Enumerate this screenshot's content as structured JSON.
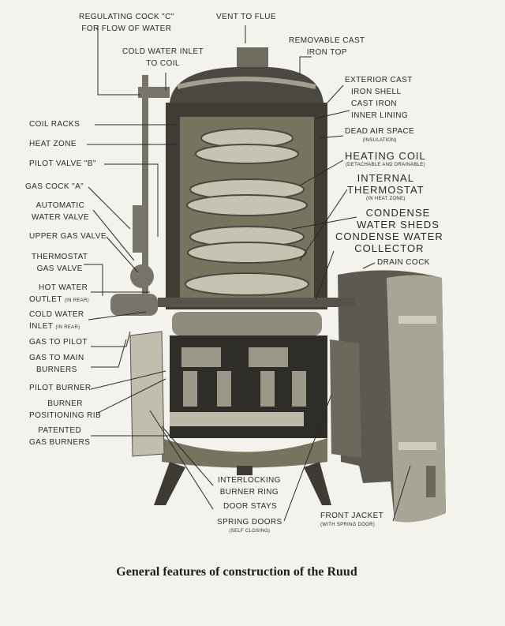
{
  "labels": {
    "regulating_cock": [
      "REGULATING COCK \"C\"",
      "FOR FLOW OF WATER"
    ],
    "vent_to_flue": "VENT TO FLUE",
    "cold_water_inlet_coil": [
      "COLD WATER INLET",
      "TO COIL"
    ],
    "removable_top": [
      "REMOVABLE CAST",
      "IRON TOP"
    ],
    "exterior_shell": [
      "EXTERIOR CAST",
      "IRON SHELL"
    ],
    "inner_lining": [
      "CAST IRON",
      "INNER LINING"
    ],
    "dead_air_space": [
      "DEAD AIR SPACE",
      "(INSULATION)"
    ],
    "heating_coil": [
      "HEATING COIL",
      "(DETACHABLE AND DRAINABLE)"
    ],
    "internal_thermostat": [
      "INTERNAL",
      "THERMOSTAT",
      "(IN HEAT ZONE)"
    ],
    "condense_sheds": [
      "CONDENSE",
      "WATER SHEDS"
    ],
    "condense_collector": [
      "CONDENSE WATER",
      "COLLECTOR"
    ],
    "drain_cock": "DRAIN COCK",
    "coil_racks": "COIL RACKS",
    "heat_zone": "HEAT ZONE",
    "pilot_valve": "PILOT VALVE \"B\"",
    "gas_cock": "GAS COCK \"A\"",
    "automatic_water_valve": [
      "AUTOMATIC",
      "WATER VALVE"
    ],
    "upper_gas_valve": "UPPER GAS VALVE",
    "thermostat_gas_valve": [
      "THERMOSTAT",
      "GAS VALVE"
    ],
    "hot_water_outlet": [
      "HOT WATER",
      "OUTLET",
      "(IN REAR)"
    ],
    "cold_water_inlet": [
      "COLD WATER",
      "INLET",
      "(IN REAR)"
    ],
    "gas_to_pilot": "GAS TO PILOT",
    "gas_to_main": [
      "GAS TO MAIN",
      "BURNERS"
    ],
    "pilot_burner": "PILOT BURNER",
    "burner_rib": [
      "BURNER",
      "POSITIONING RIB"
    ],
    "patented_burners": [
      "PATENTED",
      "GAS BURNERS"
    ],
    "burner_ring": [
      "INTERLOCKING",
      "BURNER RING"
    ],
    "door_stays": "DOOR STAYS",
    "spring_doors": [
      "SPRING DOORS",
      "(SELF CLOSING)"
    ],
    "front_jacket": [
      "FRONT JACKET",
      "(WITH SPRING DOOR)"
    ]
  },
  "caption": "General features of construction of the Ruud"
}
